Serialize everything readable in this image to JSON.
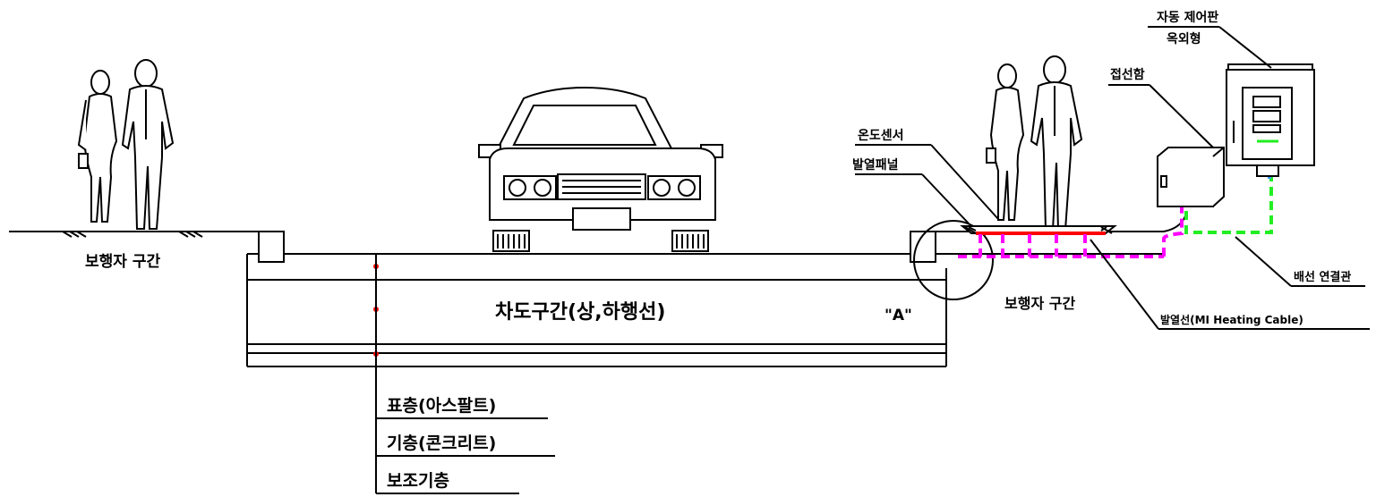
{
  "labels": {
    "sidewalk_left": "보행자 구간",
    "roadway": "차도구간(상,하행선)",
    "detail_marker": "\"A\"",
    "sidewalk_right": "보행자 구간",
    "surface_layer": "표층(아스팔트)",
    "base_layer": "기층(콘크리트)",
    "subbase_layer": "보조기층",
    "temp_sensor": "온도센서",
    "heat_panel": "발열패널",
    "junction_box": "접선함",
    "control_panel_line1": "자동 제어판",
    "control_panel_line2": "옥외형",
    "conduit": "배선 연결관",
    "heating_cable": "발열선(MI Heating Cable)"
  },
  "colors": {
    "line": "#000000",
    "heating_cable": "#ff00ff",
    "heat_panel": "#ff0000",
    "conduit": "#22ee22",
    "control_link": "#3399ff"
  },
  "icons": [
    "pedestrians-icon",
    "car-icon",
    "pedestrians-icon"
  ]
}
